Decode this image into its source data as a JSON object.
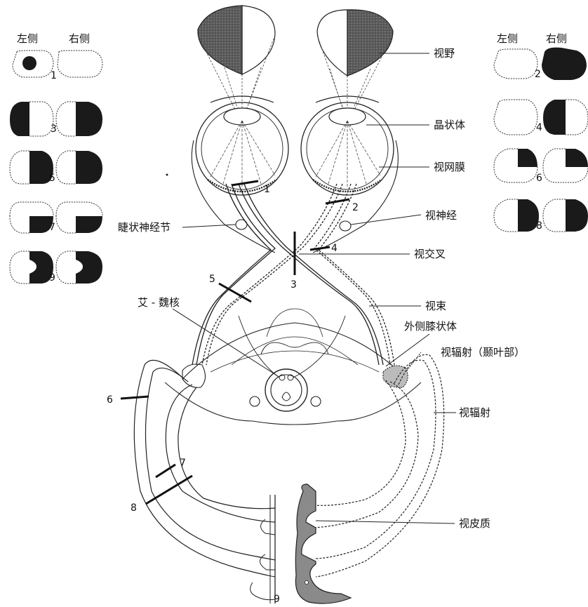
{
  "left_header": {
    "left": "左侧",
    "right": "右侧"
  },
  "right_header": {
    "left": "左侧",
    "right": "右侧"
  },
  "field_defects": [
    {
      "id": "1",
      "description": "左眼视野内黑点"
    },
    {
      "id": "2",
      "description": "右眼全盲"
    },
    {
      "id": "3",
      "description": "双眼颞侧偏盲"
    },
    {
      "id": "4",
      "description": "右眼鼻侧偏盲"
    },
    {
      "id": "5",
      "description": "右侧同向偏盲"
    },
    {
      "id": "6",
      "description": "右上象限盲"
    },
    {
      "id": "7",
      "description": "右下象限盲"
    },
    {
      "id": "8",
      "description": "右侧同向偏盲"
    },
    {
      "id": "9",
      "description": "右侧同向偏盲（黄斑回避）"
    }
  ],
  "labels": {
    "visual_field": "视野",
    "lens": "晶状体",
    "retina": "视网膜",
    "optic_nerve": "视神经",
    "ciliary_ganglion": "睫状神经节",
    "optic_chiasm": "视交叉",
    "optic_tract": "视束",
    "edinger_westphal": "艾 - 魏核",
    "lgn": "外侧膝状体",
    "radiation_temporal": "视辐射（颞叶部）",
    "radiation": "视辐射",
    "visual_cortex": "视皮质"
  },
  "lesion_numbers": [
    "1",
    "2",
    "3",
    "4",
    "5",
    "6",
    "7",
    "8",
    "9"
  ],
  "colors": {
    "ink": "#111111",
    "dark_fill": "#1a1a1a",
    "shade": "#6e6e6e",
    "cortex": "#8a8a8a"
  }
}
